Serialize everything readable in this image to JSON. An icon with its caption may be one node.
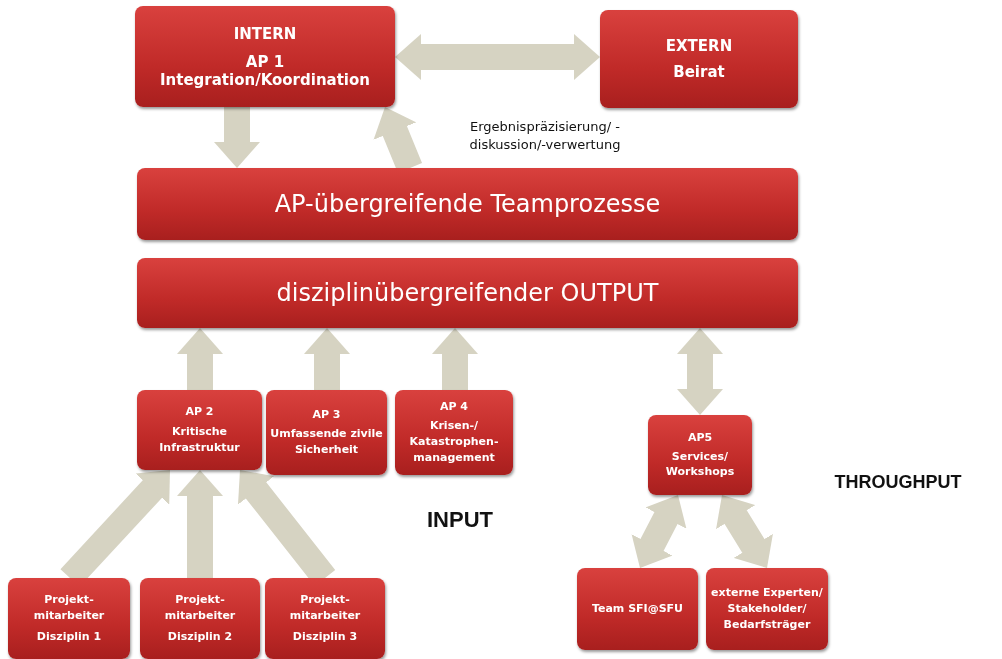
{
  "diagram": {
    "nodes": [
      {
        "text": [
          "INTERN",
          "AP 1 Integration/Koordination"
        ]
      },
      {
        "text": [
          "EXTERN",
          "Beirat"
        ]
      },
      {
        "text": [
          "AP-übergreifende Teamprozesse"
        ]
      },
      {
        "text": [
          "disziplinübergreifender OUTPUT"
        ]
      },
      {
        "text": [
          "AP 2",
          "Kritische Infrastruktur"
        ]
      },
      {
        "text": [
          "AP 3",
          "Umfassende zivile Sicherheit"
        ]
      },
      {
        "text": [
          "AP 4",
          "Krisen-/ Katastrophen- management"
        ]
      },
      {
        "text": [
          "AP5",
          "Services/ Workshops"
        ]
      },
      {
        "text": [
          "Projekt- mitarbeiter",
          "Disziplin 1"
        ]
      },
      {
        "text": [
          "Projekt- mitarbeiter",
          "Disziplin 2"
        ]
      },
      {
        "text": [
          "Projekt- mitarbeiter",
          "Disziplin 3"
        ]
      },
      {
        "text": [
          "Team SFI@SFU"
        ]
      },
      {
        "text": [
          "externe Experten/ Stakeholder/ Bedarfsträger"
        ]
      }
    ],
    "edges": [
      {
        "from": 0,
        "to": 1,
        "arrow": "both"
      },
      {
        "from": 0,
        "to": 2,
        "arrow": "to"
      },
      {
        "from": 2,
        "to": 0,
        "arrow": "to"
      },
      {
        "from": 4,
        "to": 3,
        "arrow": "to"
      },
      {
        "from": 5,
        "to": 3,
        "arrow": "to"
      },
      {
        "from": 6,
        "to": 3,
        "arrow": "to"
      },
      {
        "from": 3,
        "to": 7,
        "arrow": "both"
      },
      {
        "from": 8,
        "to": 4,
        "arrow": "to"
      },
      {
        "from": 9,
        "to": 4,
        "arrow": "to"
      },
      {
        "from": 10,
        "to": 4,
        "arrow": "to"
      },
      {
        "from": 7,
        "to": 11,
        "arrow": "both"
      },
      {
        "from": 7,
        "to": 12,
        "arrow": "both"
      }
    ],
    "labels": [
      "Ergebnispräzisierung/ -diskussion/-verwertung",
      "INPUT",
      "THROUGHPUT"
    ]
  }
}
